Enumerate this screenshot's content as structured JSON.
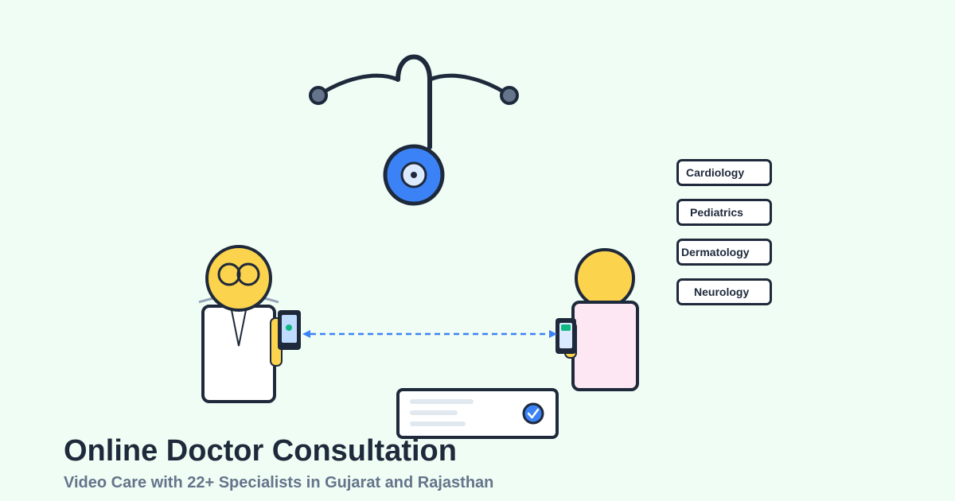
{
  "title": "Online Doctor Consultation",
  "subtitle": "Video Care with 22+ Specialists in Gujarat and Rajasthan",
  "specialties": [
    "Cardiology",
    "Pediatrics",
    "Dermatology",
    "Neurology"
  ],
  "colors": {
    "background": "#f0fdf4",
    "outline": "#1e293b",
    "stethoscope_chest": "#3b82f6",
    "skin": "#fcd34d",
    "patient_shirt": "#fce7f3",
    "status_green": "#10b981",
    "subtitle": "#64748b"
  },
  "icons": [
    "stethoscope-icon",
    "check-circle-icon",
    "video-call-link-arrow"
  ]
}
